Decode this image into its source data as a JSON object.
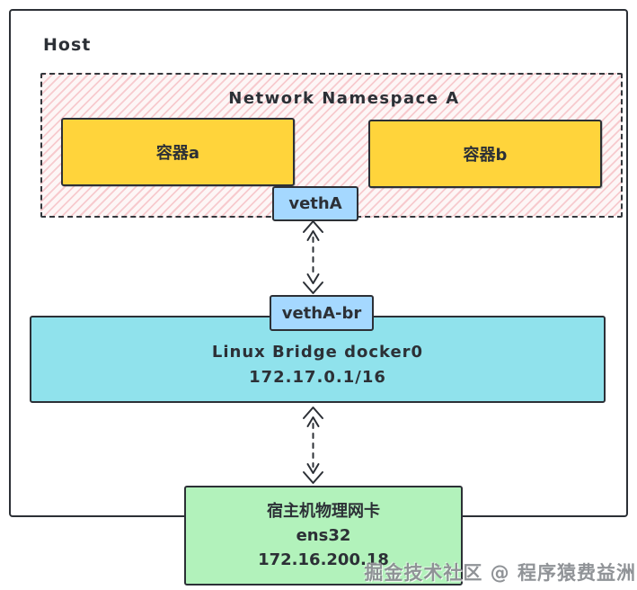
{
  "diagram": {
    "host": {
      "label": "Host"
    },
    "namespace": {
      "label": "Network Namespace A"
    },
    "containers": [
      {
        "label": "容器a"
      },
      {
        "label": "容器b"
      }
    ],
    "veth": {
      "label": "vethA"
    },
    "veth_br": {
      "label": "vethA-br"
    },
    "bridge": {
      "name": "Linux Bridge docker0",
      "ip": "172.17.0.1/16"
    },
    "nic": {
      "name": "宿主机物理网卡",
      "interface": "ens32",
      "ip": "172.16.200.18"
    },
    "watermark": "掘金技术社区 @ 程序猿费益洲",
    "colors": {
      "container_fill": "#ffd43b",
      "veth_fill": "#a5d8ff",
      "bridge_fill": "#90e2ec",
      "nic_fill": "#b2f2bb",
      "namespace_hatch": "#f2a6ac",
      "stroke": "#2c3036"
    }
  }
}
